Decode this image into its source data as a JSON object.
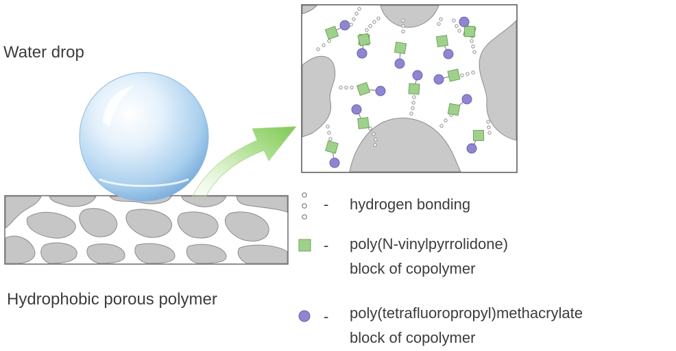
{
  "labels": {
    "water_drop": "Water drop",
    "substrate": "Hydrophobic porous polymer"
  },
  "legend": [
    {
      "symbol": "hydrogen-bond-dots",
      "dash": "-",
      "lines": [
        "hydrogen bonding"
      ]
    },
    {
      "symbol": "green-square",
      "dash": "-",
      "lines": [
        "poly(N-vinylpyrrolidone)",
        "block of copolymer"
      ]
    },
    {
      "symbol": "purple-circle",
      "dash": "-",
      "lines": [
        "poly(tetrafluoropropyl)methacrylate",
        "block of copolymer"
      ]
    }
  ],
  "colors": {
    "pvp_block": "#9fd08c",
    "ptfpma_block": "#8e86d0",
    "polymer_gray": "#c8c8c8",
    "arrow_green": "#8fd06a",
    "drop_blue": "#9cc8ea"
  }
}
